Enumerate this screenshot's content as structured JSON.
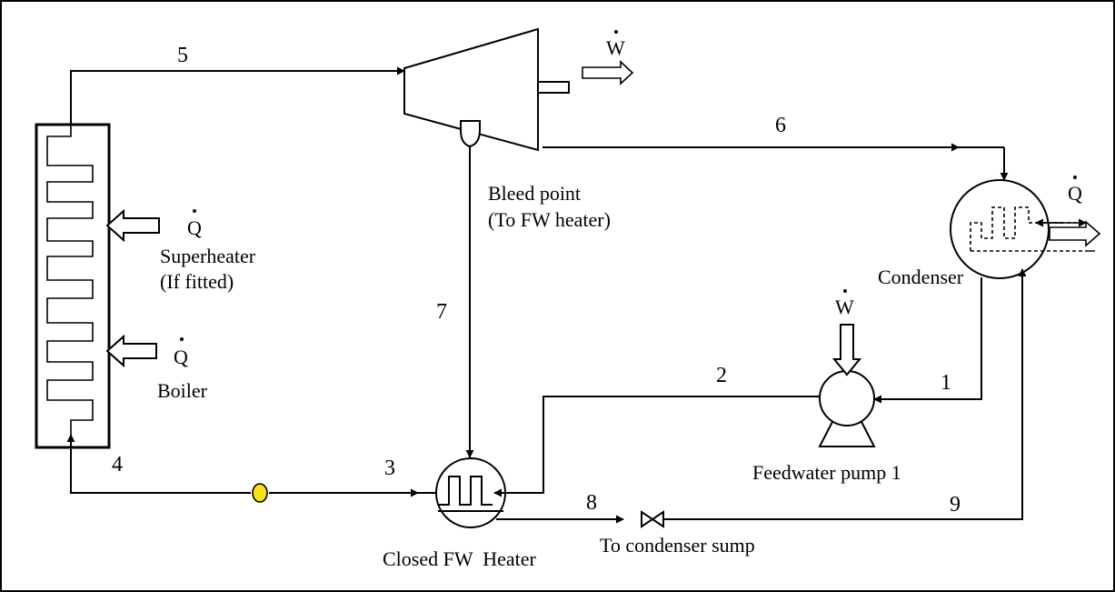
{
  "streams": {
    "s1": "1",
    "s2": "2",
    "s3": "3",
    "s4": "4",
    "s5": "5",
    "s6": "6",
    "s7": "7",
    "s8": "8",
    "s9": "9"
  },
  "labels": {
    "work_symbol": "W",
    "heat_symbol": "Q",
    "superheater": "Superheater",
    "superheater_note": "(If fitted)",
    "boiler": "Boiler",
    "bleed_point": "Bleed point",
    "bleed_note": "(To FW heater)",
    "condenser": "Condenser",
    "feedwater_pump": "Feedwater pump 1",
    "closed_fw_heater": "Closed FW  Heater",
    "to_condenser_sump": "To condenser sump"
  },
  "colors": {
    "line": "#000000",
    "indicator": "#f5e21a"
  }
}
